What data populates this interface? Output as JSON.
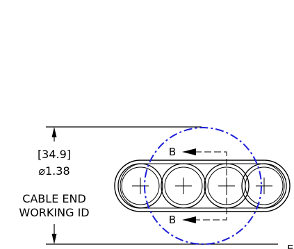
{
  "dimension": {
    "metric_value": "[34.9]",
    "diameter_symbol": "⌀",
    "imperial_value": "1.38",
    "caption_line_1": "CABLE END",
    "caption_line_2": "WORKING ID"
  },
  "section_view": {
    "top_label": "B",
    "bottom_label": "B"
  },
  "edge_label": "E",
  "colors": {
    "line": "#000000",
    "detail_circle": "#1d1dd8"
  },
  "icons": [
    "arrow-left-icon",
    "center-mark-icon"
  ]
}
